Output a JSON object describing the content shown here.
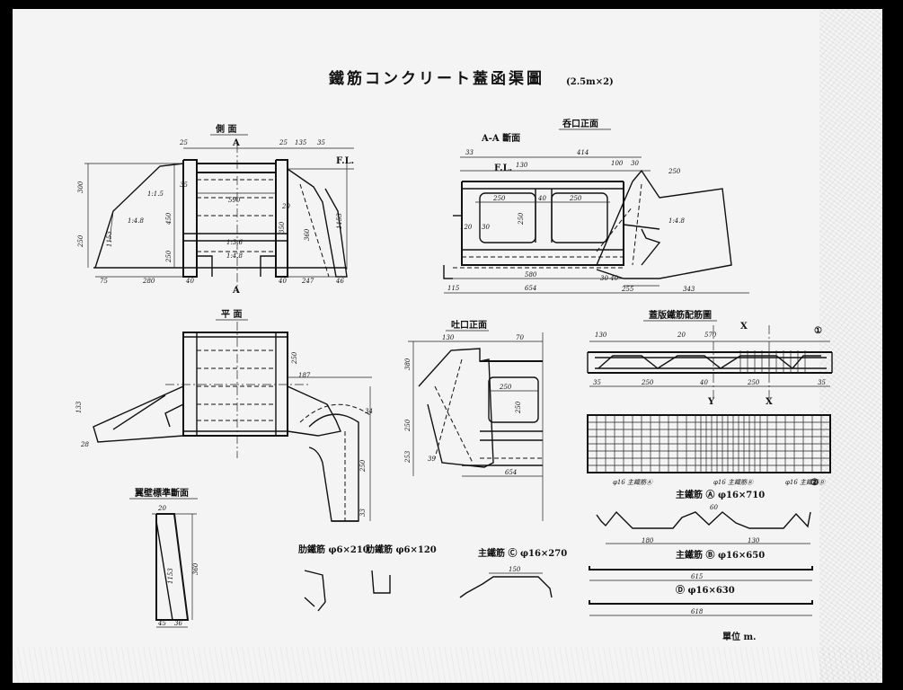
{
  "title": "鐵筋コンクリート蓋函渠圖",
  "title_size": "(2.5m×2)",
  "unit_label": "單位 m.",
  "views": {
    "side": "側 面",
    "entrance": "呑口正面",
    "section_aa": "A-A 斷面",
    "plan": "平 面",
    "outlet": "吐口正面",
    "lid_rebar": "蓋版鐵筋配筋圖",
    "wing_section": "翼壁標準斷面"
  },
  "marks": {
    "A": "A",
    "X": "X",
    "Y": "Y",
    "FL": "F.L.",
    "c1": "①",
    "c2": "②"
  },
  "slopes": {
    "s1": "1:1.5",
    "s2": "1:4.8",
    "s3": "1:3.6",
    "s4": "1:4.8",
    "s5": "1:4.8"
  },
  "rebar": {
    "bar_a": "主鐵筋 Ⓐ φ16×710",
    "bar_b": "主鐵筋 Ⓑ φ16×650",
    "bar_c": "主鐵筋 Ⓒ φ16×270",
    "bar_d": "Ⓓ φ16×630",
    "stirrup1": "肋鐵筋 φ6×210",
    "stirrup2": "肋鐵筋 φ6×120",
    "tag_a": "φ16 主鐵筋Ⓐ",
    "tag_b": "φ16 主鐵筋Ⓑ",
    "tag_d": "φ16 主鐵筋Ⓓ"
  },
  "dims": {
    "d_25a": "25",
    "d_25b": "25",
    "d_135": "135",
    "d_35a": "35",
    "d_300": "300",
    "d_250a": "250",
    "d_450": "450",
    "d_250b": "250",
    "d_350": "350",
    "d_35b": "35",
    "d_590": "590",
    "d_360": "360",
    "d_1153a": "1153",
    "d_75": "75",
    "d_280": "280",
    "d_40a": "40",
    "d_40b": "40",
    "d_247": "247",
    "d_46": "46",
    "d_1153b": "1153",
    "d_20a": "20",
    "d_414": "414",
    "d_130a": "130",
    "d_100": "100",
    "d_30a": "30",
    "d_250c": "250",
    "d_250d": "250",
    "d_40c": "40",
    "d_250e": "250",
    "d_250f": "250",
    "d_120": "120",
    "d_30b": "30",
    "d_580": "580",
    "d_654a": "654",
    "d_115": "115",
    "d_255": "255",
    "d_343": "343",
    "d_3040": "30 40",
    "d_33": "33",
    "d_253": "253",
    "d_250g": "250",
    "d_380": "380",
    "d_250h": "250",
    "d_250i": "250",
    "d_654b": "654",
    "d_39": "39",
    "d_130b": "130",
    "d_70": "70",
    "d_130c": "130",
    "d_20b": "20",
    "d_570": "570",
    "d_35c": "35",
    "d_250j": "250",
    "d_40d": "40",
    "d_250k": "250",
    "d_35d": "35",
    "d_180a": "180",
    "d_130d": "130",
    "d_60": "60",
    "d_615": "615",
    "d_618": "618",
    "d_150": "150",
    "d_20c": "20",
    "d_1153c": "1153",
    "d_360b": "360",
    "d_45": "45",
    "d_36": "36",
    "d_187": "187",
    "d_250l": "250",
    "d_33b": "33",
    "d_133": "133",
    "d_250m": "250",
    "d_28": "28",
    "d_34": "34"
  }
}
